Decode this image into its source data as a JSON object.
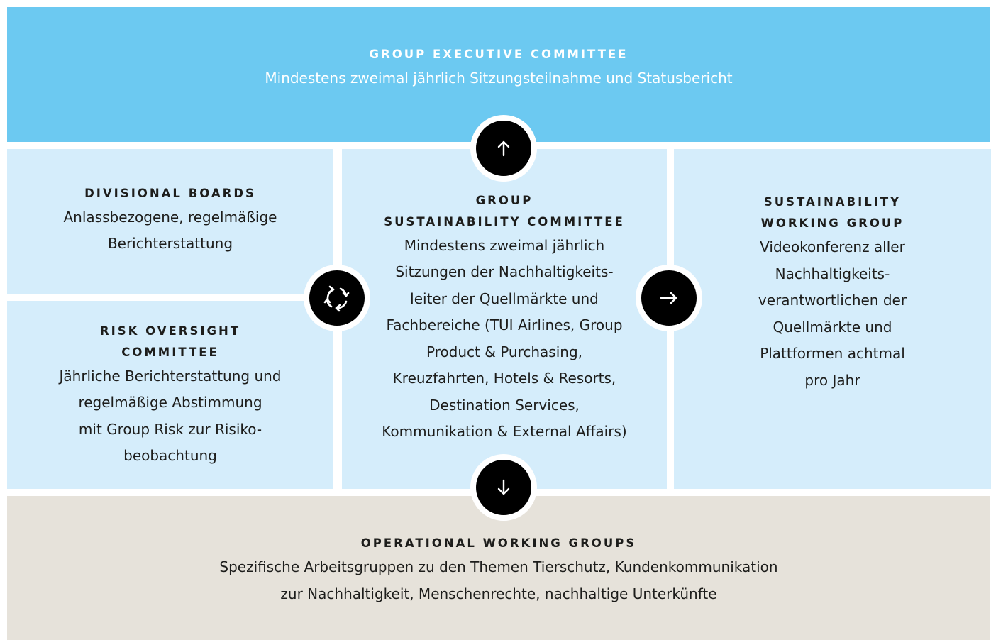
{
  "executive": {
    "title": "GROUP EXECUTIVE COMMITTEE",
    "description": "Mindestens zweimal jährlich Sitzungsteilnahme und Statusbericht"
  },
  "divisional_boards": {
    "title": "DIVISIONAL BOARDS",
    "description": "Anlassbezogene, regelmäßige\nBerichterstattung"
  },
  "risk_oversight": {
    "title": "RISK OVERSIGHT\nCOMMITTEE",
    "description": "Jährliche Berichterstattung und\nregelmäßige Abstimmung\nmit Group Risk zur Risiko-\nbeobachtung"
  },
  "sustainability_committee": {
    "title": "GROUP\nSUSTAINABILITY COMMITTEE",
    "description": "Mindestens zweimal jährlich\nSitzungen der Nachhaltigkeits-\nleiter der Quellmärkte und\nFachbereiche (TUI Airlines, Group\nProduct & Purchasing,\nKreuzfahrten, Hotels & Resorts,\nDestination Services,\nKommunikation & External Affairs)"
  },
  "working_group": {
    "title": "SUSTAINABILITY\nWORKING GROUP",
    "description": "Videokonferenz aller\nNachhaltigkeits-\nverantwortlichen der\nQuellmärkte und\nPlattformen achtmal\npro Jahr"
  },
  "operational": {
    "title": "OPERATIONAL WORKING GROUPS",
    "description": "Spezifische Arbeitsgruppen zu den Themen Tierschutz, Kundenkommunikation\nzur Nachhaltigkeit, Menschenrechte, nachhaltige Unterkünfte"
  },
  "icons": {
    "up": "arrow-up-icon",
    "down": "arrow-down-icon",
    "right": "arrow-right-icon",
    "cycle": "cycle-arrows-icon"
  },
  "colors": {
    "executive_bg": "#6cc9f1",
    "panel_bg": "#d5edfb",
    "operational_bg": "#e6e2da",
    "circle_bg": "#000000"
  }
}
